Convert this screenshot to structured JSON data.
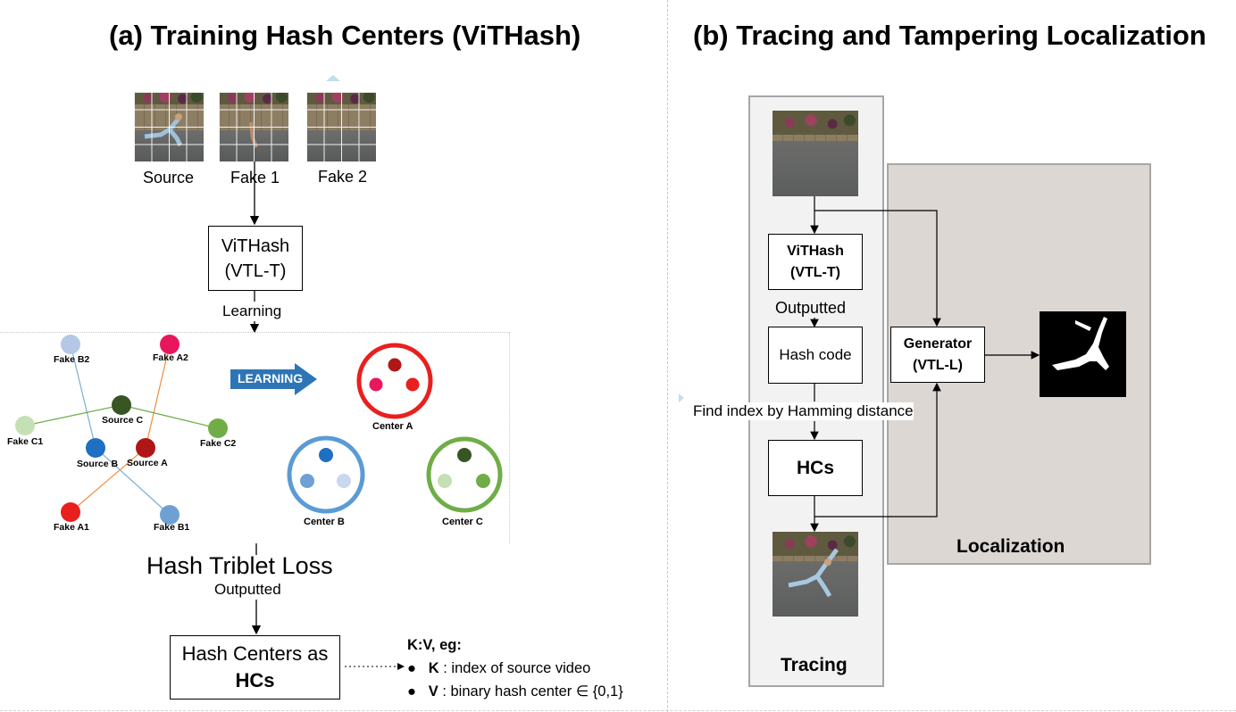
{
  "panel_a": {
    "title": "(a) Training Hash Centers (ViTHash)",
    "thumbnails": [
      "Source",
      "Fake 1",
      "Fake 2"
    ],
    "vithash_line1": "ViTHash",
    "vithash_line2": "(VTL-T)",
    "learning_label": "Learning",
    "cluster": {
      "nodes": {
        "fake_b2": "Fake B2",
        "fake_a2": "Fake A2",
        "source_c": "Source C",
        "fake_c1": "Fake C1",
        "fake_c2": "Fake C2",
        "source_b": "Source B",
        "source_a": "Source A",
        "fake_a1": "Fake A1",
        "fake_b1": "Fake B1"
      },
      "arrow_label": "LEARNING",
      "centers": {
        "a": "Center A",
        "b": "Center B",
        "c": "Center C"
      }
    },
    "loss_label": "Hash Triblet Loss",
    "outputted_label": "Outputted",
    "hash_centers_line1": "Hash Centers as",
    "hash_centers_line2": "HCs",
    "kv": {
      "heading": "K:V, eg:",
      "k_key": "K",
      "k_text": ": index of source video",
      "v_key": "V",
      "v_text": ": binary hash center ∈ {0,1}"
    }
  },
  "panel_b": {
    "title": "(b) Tracing and Tampering Localization",
    "vithash_line1": "ViTHash",
    "vithash_line2": "(VTL-T)",
    "outputted_label": "Outputted",
    "hash_code": "Hash code",
    "find_index": "Find index by Hamming distance",
    "hcs": "HCs",
    "generator_line1": "Generator",
    "generator_line2": "(VTL-L)",
    "tracing_label": "Tracing",
    "localization_label": "Localization"
  },
  "colors": {
    "red": "#e8201e",
    "dark_red": "#b01616",
    "pink": "#e8175d",
    "blue": "#1f6fc2",
    "light_blue": "#a9c4e4",
    "center_b_ring": "#5b9bd5",
    "dark_green": "#375623",
    "green": "#70ad47",
    "light_green": "#c5e0b4",
    "learning_arrow": "#2e75b6",
    "tracing_bg": "#f2f2f2",
    "localization_bg": "#ddd7d3"
  }
}
